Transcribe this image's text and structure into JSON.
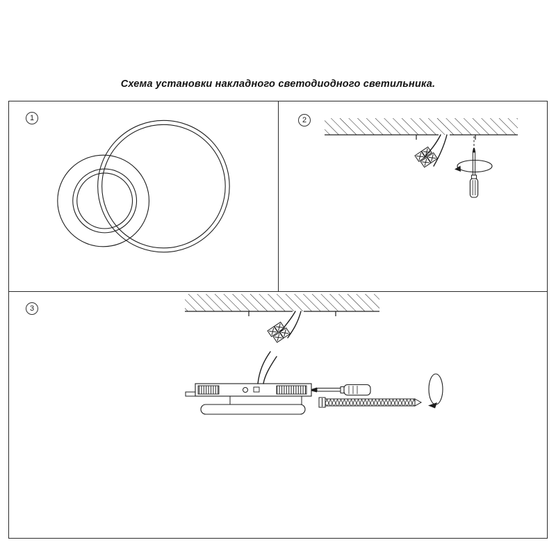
{
  "title": "Схема установки накладного светодиодного светильника.",
  "steps": [
    {
      "number": "1"
    },
    {
      "number": "2"
    },
    {
      "number": "3"
    }
  ],
  "colors": {
    "line": "#1d1d1d",
    "background": "#ffffff"
  }
}
